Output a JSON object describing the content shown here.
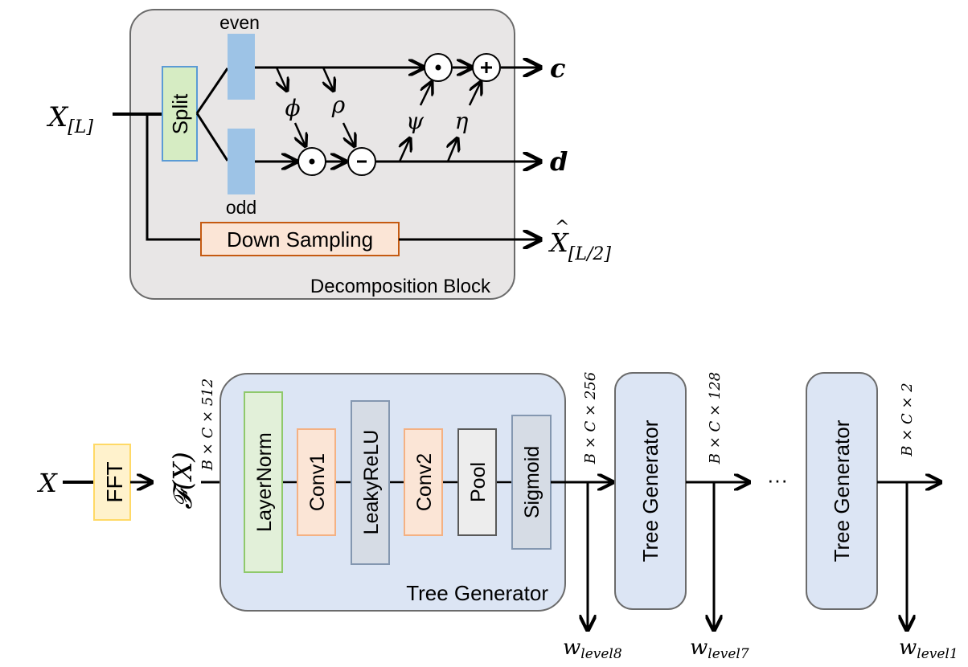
{
  "decomposition": {
    "block_label": "Decomposition Block",
    "input": {
      "base": "X",
      "sub": "[L]"
    },
    "split_label": "Split",
    "even_label": "even",
    "odd_label": "odd",
    "phi": "ϕ",
    "rho": "ρ",
    "psi": "ψ",
    "eta": "η",
    "mult_symbol": "•",
    "minus_symbol": "-",
    "plus_symbol": "+",
    "output_c": "c",
    "output_d": "d",
    "downsampling_label": "Down Sampling",
    "output_x": {
      "base": "X",
      "sub": "[L/2]"
    }
  },
  "tree": {
    "input_x": "X",
    "fft_label": "FFT",
    "fx_label": "𝓕(X)",
    "main_block_label": "Tree Generator",
    "layers": [
      "LayerNorm",
      "Conv1",
      "LeakyReLU",
      "Conv2",
      "Pool",
      "Sigmoid"
    ],
    "dims": [
      "B × C × 512",
      "B × C × 256",
      "B × C × 128",
      "B × C × 2"
    ],
    "generator_label": "Tree Generator",
    "ellipsis": "···",
    "weights": [
      {
        "base": "w",
        "sub": "level8"
      },
      {
        "base": "w",
        "sub": "level7"
      },
      {
        "base": "w",
        "sub": "level1"
      }
    ]
  },
  "colors": {
    "decomp_bg": "#e8e6e6",
    "tree_bg": "#dce5f4",
    "split_fill": "#d6ecc3",
    "split_stroke": "#5b9bd5",
    "even_odd_fill": "#9dc3e6",
    "downsampling_fill": "#fbe5d6",
    "downsampling_stroke": "#c55a11",
    "fft_fill": "#fff2cc",
    "fft_stroke": "#ffd966",
    "layernorm_fill": "#e2f0d9",
    "layernorm_stroke": "#8fc96b",
    "conv_fill": "#fbe5d6",
    "conv_stroke": "#f4b183",
    "leaky_fill": "#d6dce5",
    "leaky_stroke": "#8497b0",
    "pool_fill": "#ededed",
    "pool_stroke": "#595959",
    "sigmoid_fill": "#d6dce5",
    "sigmoid_stroke": "#8497b0"
  }
}
